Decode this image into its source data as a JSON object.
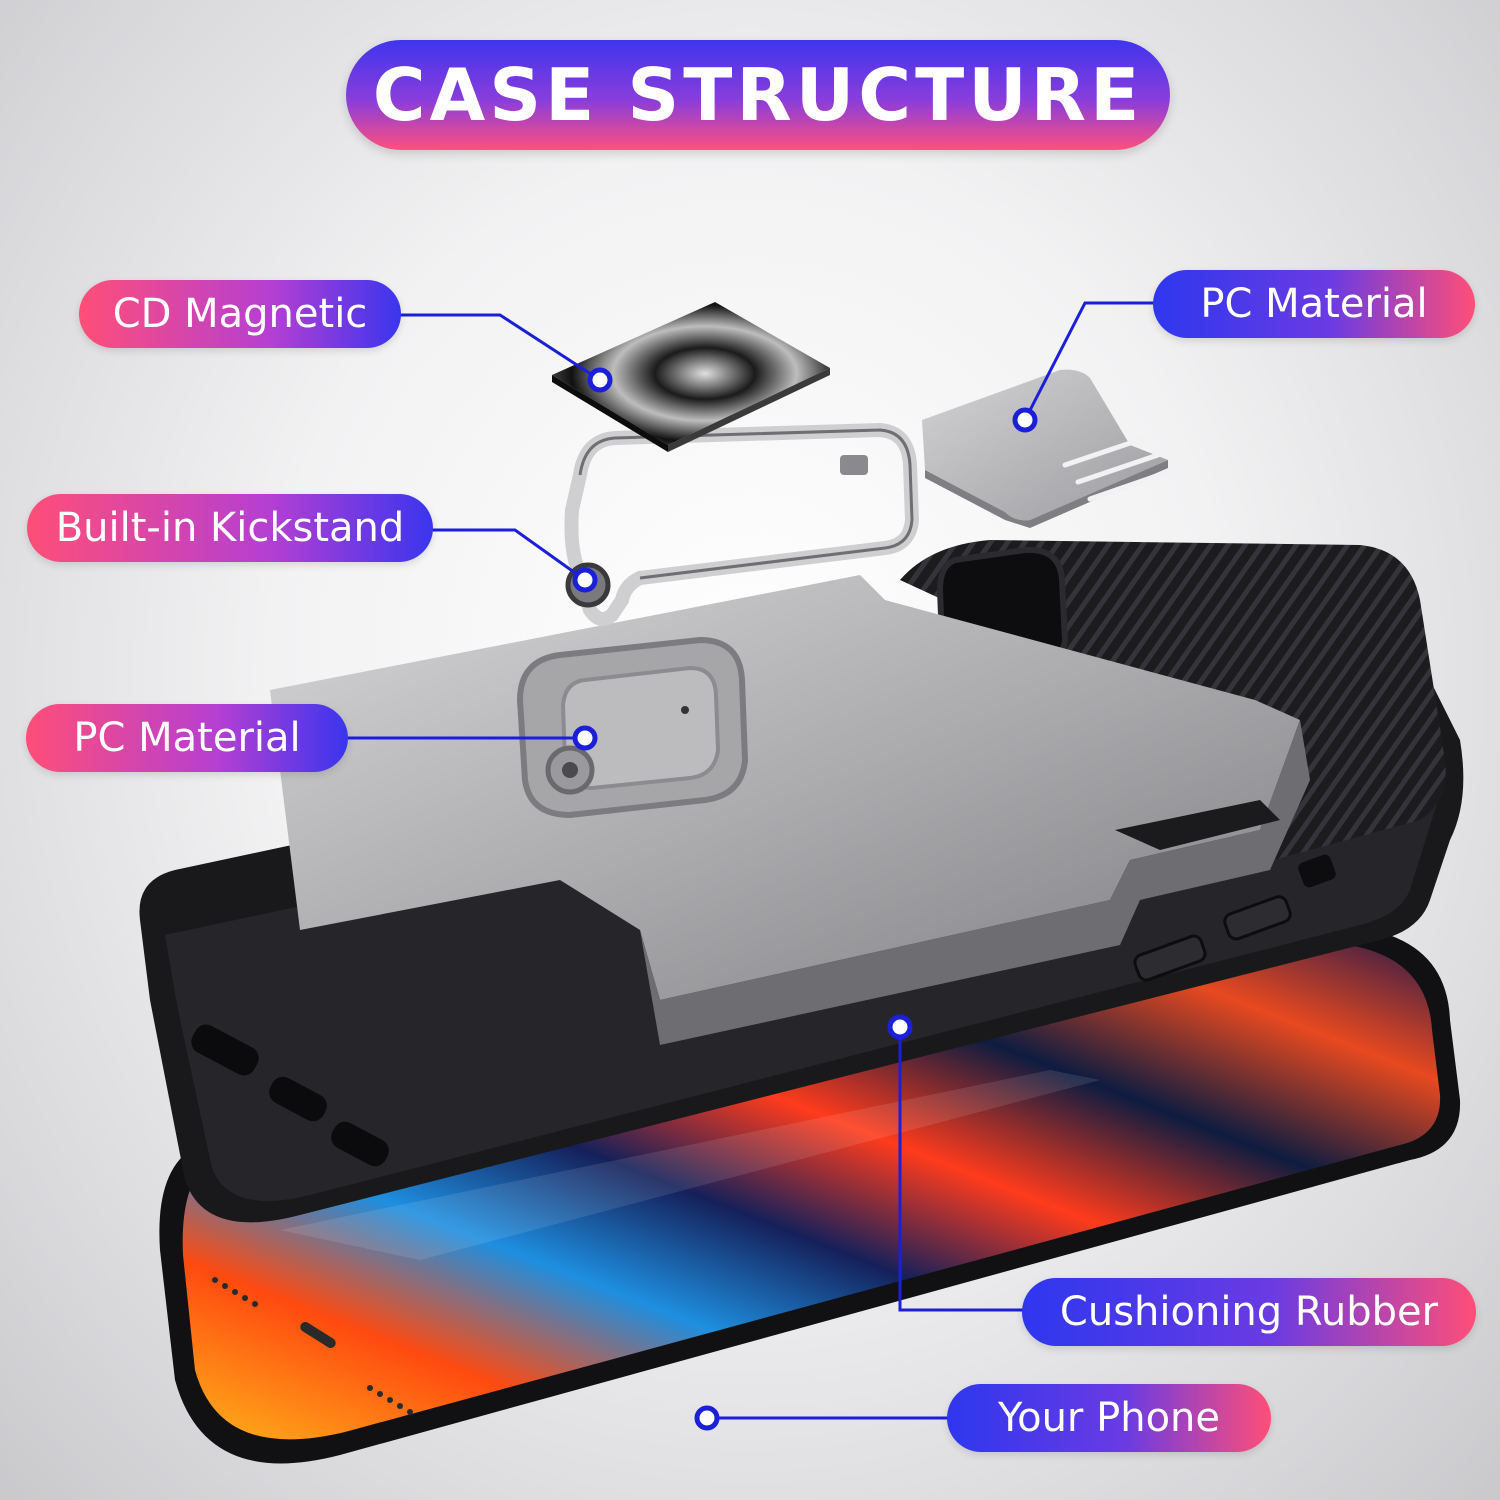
{
  "title": "CASE STRUCTURE",
  "colors": {
    "line_blue": "#1c1fd8",
    "pill_blue": "#3036ee",
    "pill_pink": "#ff4e78",
    "case_black": "#1a1a1c",
    "case_silver": "#a9a9ab"
  },
  "labels": {
    "cd_magnetic": "CD Magnetic",
    "pc_material_top": "PC Material",
    "built_in_kickstand": "Built-in Kickstand",
    "pc_material_left": "PC Material",
    "cushioning_rubber": "Cushioning Rubber",
    "your_phone": "Your Phone"
  }
}
